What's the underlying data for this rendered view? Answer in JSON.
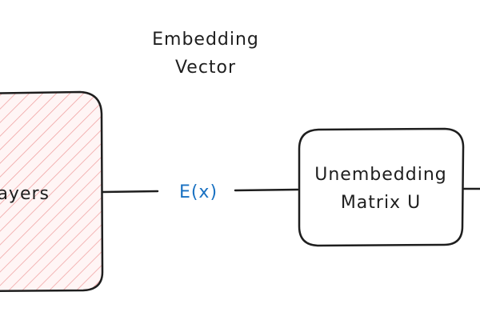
{
  "annotation": {
    "line1": "Embedding",
    "line2": "Vector"
  },
  "layers_box": {
    "label": "ayers"
  },
  "edge_label": {
    "text": "E(x)",
    "color": "#1971c2"
  },
  "unembedding_box": {
    "line1": "Unembedding",
    "line2": "Matrix U"
  },
  "colors": {
    "stroke": "#1e1e1e",
    "hatch": "#f0a0a0",
    "hatch_fill": "#fff5f5",
    "background": "#ffffff"
  }
}
